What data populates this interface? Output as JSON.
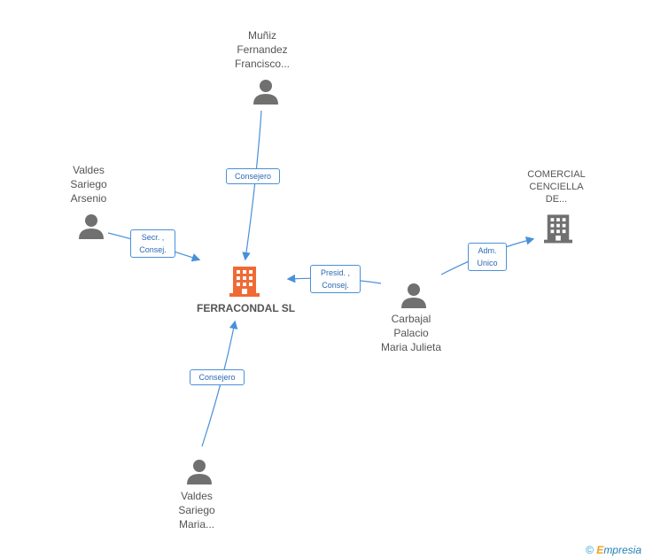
{
  "center": {
    "name": "FERRACONDAL SL",
    "color": "#f06a35"
  },
  "nodes": {
    "muniz": {
      "line1": "Muñiz",
      "line2": "Fernandez",
      "line3": "Francisco..."
    },
    "valdes_arsenio": {
      "line1": "Valdes",
      "line2": "Sariego",
      "line3": "Arsenio"
    },
    "carbajal": {
      "line1": "Carbajal",
      "line2": "Palacio",
      "line3": "Maria Julieta"
    },
    "valdes_maria": {
      "line1": "Valdes",
      "line2": "Sariego",
      "line3": "Maria..."
    },
    "comercial": {
      "line1": "COMERCIAL",
      "line2": "CENCIELLA",
      "line3": "DE..."
    }
  },
  "edges": {
    "muniz": {
      "line1": "Consejero"
    },
    "valdes_arsenio": {
      "line1": "Secr. ,",
      "line2": "Consej."
    },
    "carbajal": {
      "line1": "Presid. ,",
      "line2": "Consej."
    },
    "valdes_maria": {
      "line1": "Consejero"
    },
    "comercial": {
      "line1": "Adm.",
      "line2": "Unico"
    }
  },
  "colors": {
    "edge": "#4a90d9",
    "person": "#707070",
    "company": "#707070"
  },
  "footer": {
    "copyright": "©",
    "brand_initial": "E",
    "brand_rest": "mpresia"
  }
}
